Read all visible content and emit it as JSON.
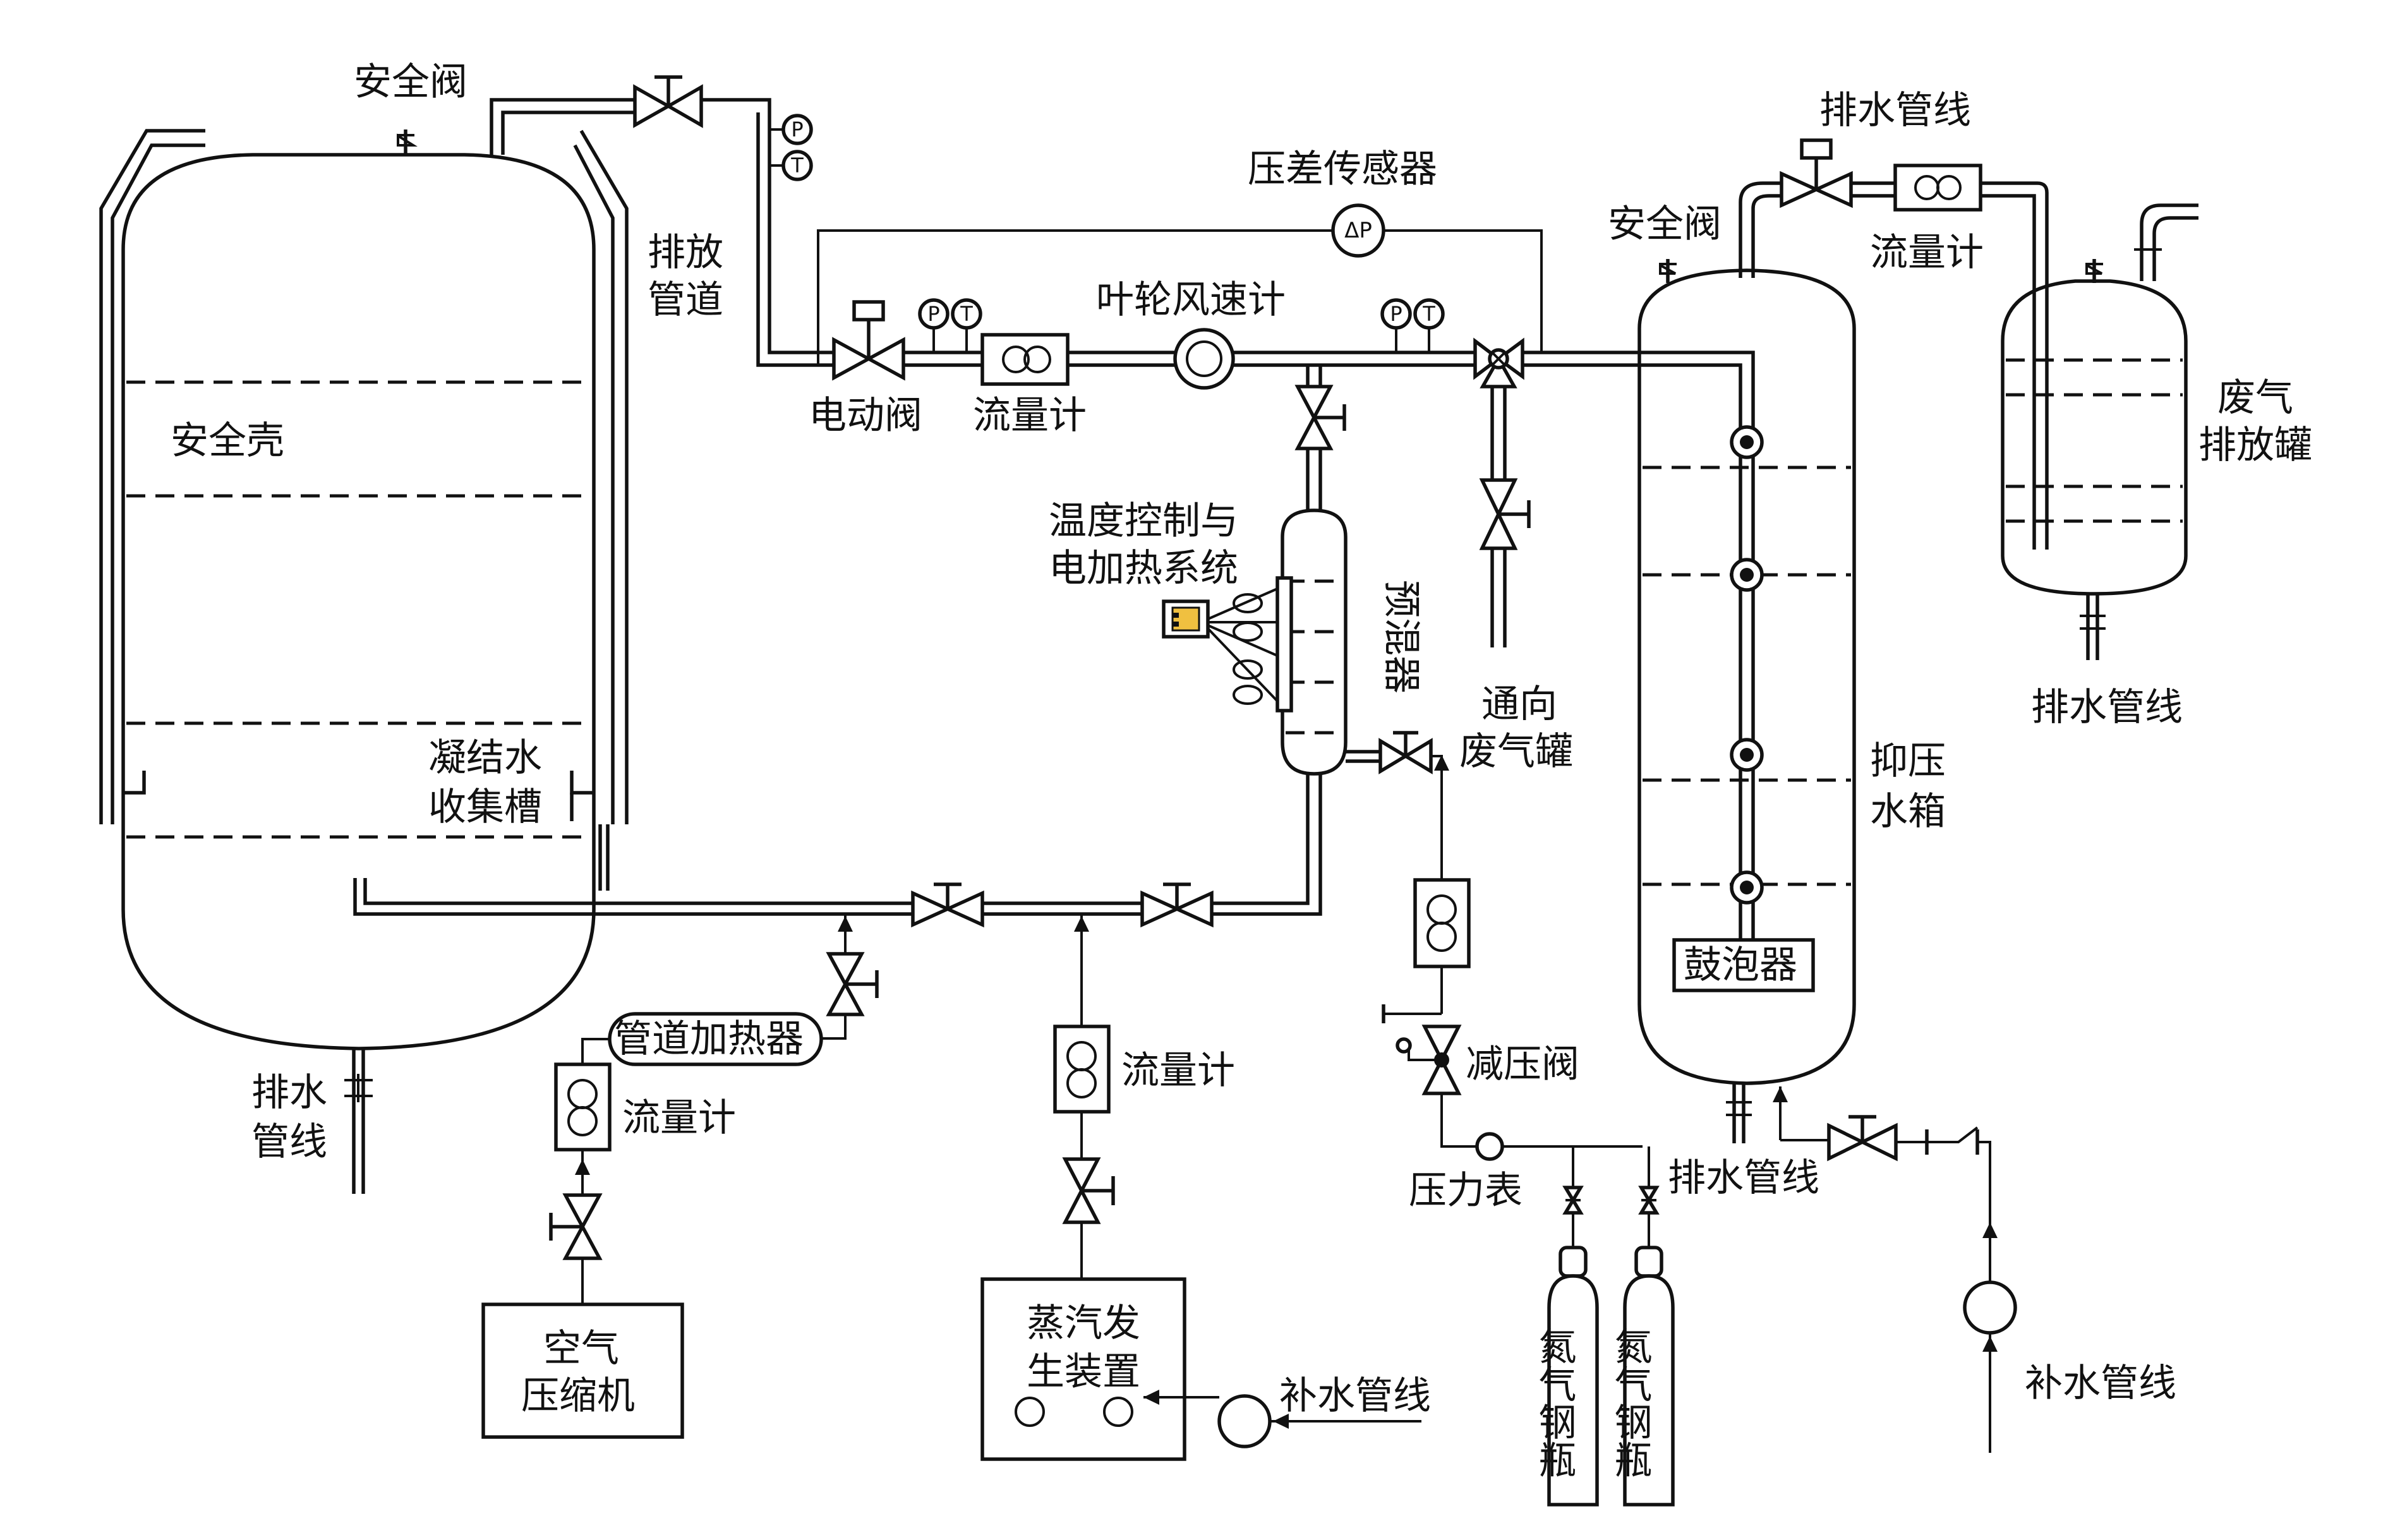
{
  "labels": {
    "main_safety_valve": "安全阀",
    "discharge_pipe_1": "排放",
    "discharge_pipe_2": "管道",
    "safety_shell": "安全壳",
    "condensate_trough_1": "凝结水",
    "condensate_trough_2": "收集槽",
    "main_drain_1": "排水",
    "main_drain_2": "管线",
    "dp_sensor": "压差传感器",
    "electric_valve": "电动阀",
    "flowmeter_top": "流量计",
    "impeller_anemometer": "叶轮风速计",
    "temp_control_1": "温度控制与",
    "temp_control_2": "电加热系统",
    "premixer": "预混器",
    "to_waste_tank_1": "通向",
    "to_waste_tank_2": "废气罐",
    "pipe_heater": "管道加热器",
    "flowmeter_air": "流量计",
    "air_compressor_1": "空气",
    "air_compressor_2": "压缩机",
    "flowmeter_steam": "流量计",
    "steam_gen_1": "蒸汽发",
    "steam_gen_2": "生装置",
    "makeup_water_steam": "补水管线",
    "pressure_reducer": "减压阀",
    "pressure_gauge": "压力表",
    "n2_bottle_1": "氮气钢瓶",
    "n2_bottle_2": "氮气钢瓶",
    "tank_safety_valve": "安全阀",
    "tank_drain_top": "排水管线",
    "flowmeter_tank": "流量计",
    "suppression_tank_1": "抑压",
    "suppression_tank_2": "水箱",
    "bubbler": "鼓泡器",
    "tank_drain_bottom": "排水管线",
    "makeup_water_tank": "补水管线",
    "waste_tank_1": "废气",
    "waste_tank_2": "排放罐",
    "waste_drain": "排水管线",
    "sym_p": "P",
    "sym_t": "T",
    "sym_dp": "ΔP"
  },
  "icons": [
    "gate-valve-icon",
    "electric-valve-icon",
    "three-way-valve-icon",
    "flowmeter-icon",
    "anemometer-icon",
    "pressure-gauge-icon",
    "pump-icon",
    "check-valve-icon",
    "sparger-nozzle-icon",
    "gas-cylinder-icon"
  ],
  "colors": {
    "line": "#111111",
    "background": "#ffffff",
    "controller_screen": "#f0c040"
  }
}
